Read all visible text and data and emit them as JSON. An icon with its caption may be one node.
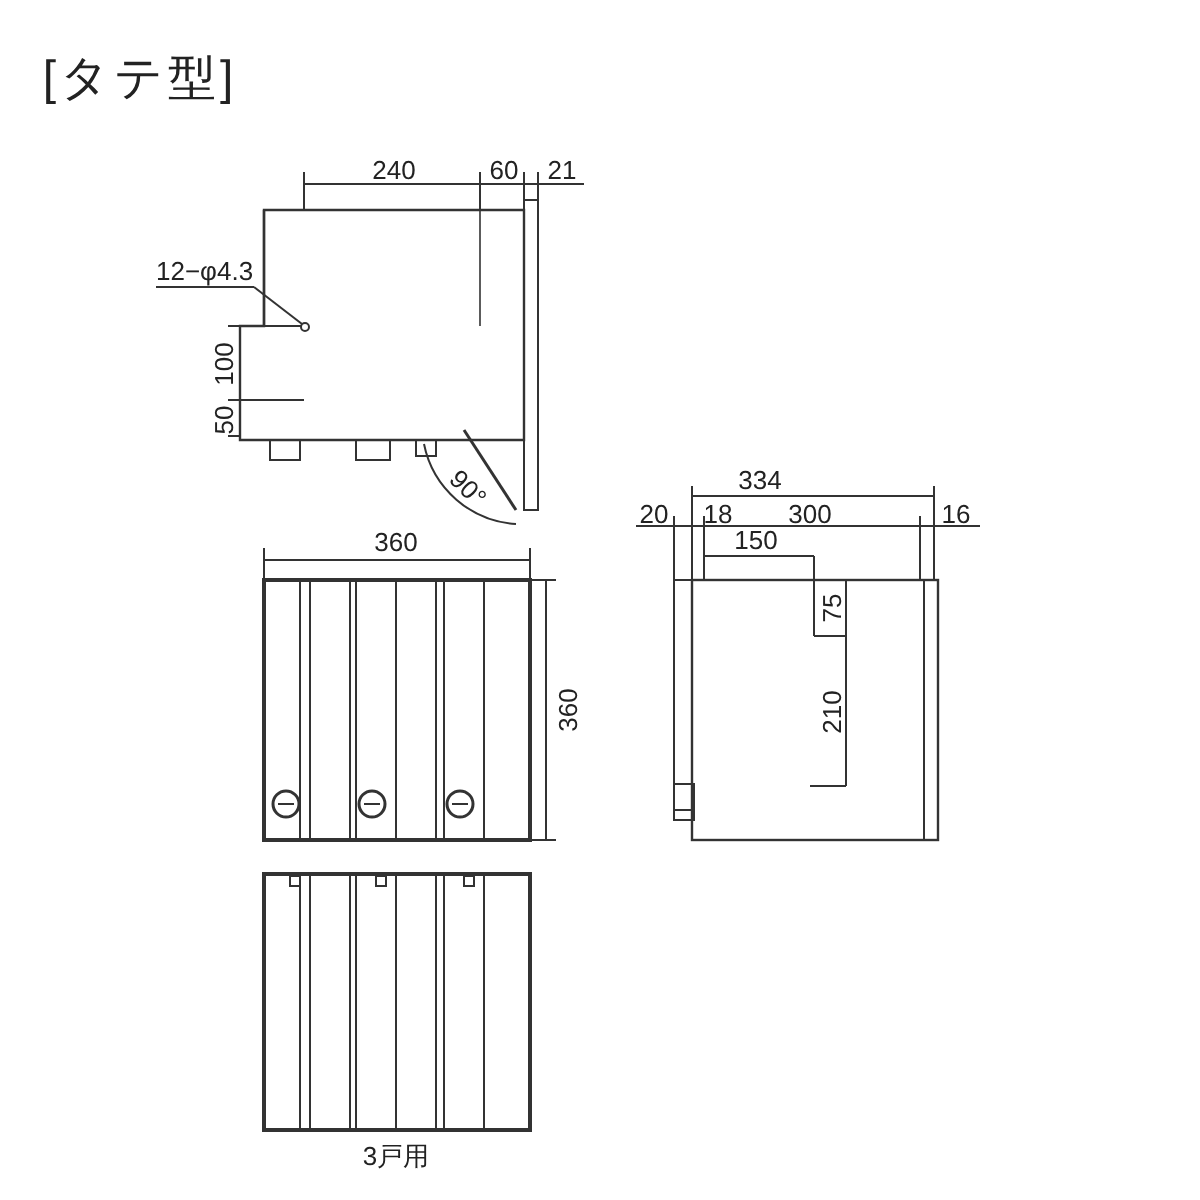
{
  "diagram": {
    "title": "[タテ型]",
    "caption": "3戸用",
    "nodes": [
      {
        "text": [
          "12−φ4.3"
        ]
      },
      {
        "text": [],
        "shape": "circle"
      }
    ],
    "edges": [
      {
        "from": 0,
        "to": 1,
        "arrow": "none"
      }
    ],
    "labels": [
      "240",
      "60",
      "21",
      "100",
      "50",
      "90°",
      "334",
      "20",
      "18",
      "300",
      "16",
      "360",
      "150",
      "75",
      "360",
      "210"
    ]
  }
}
